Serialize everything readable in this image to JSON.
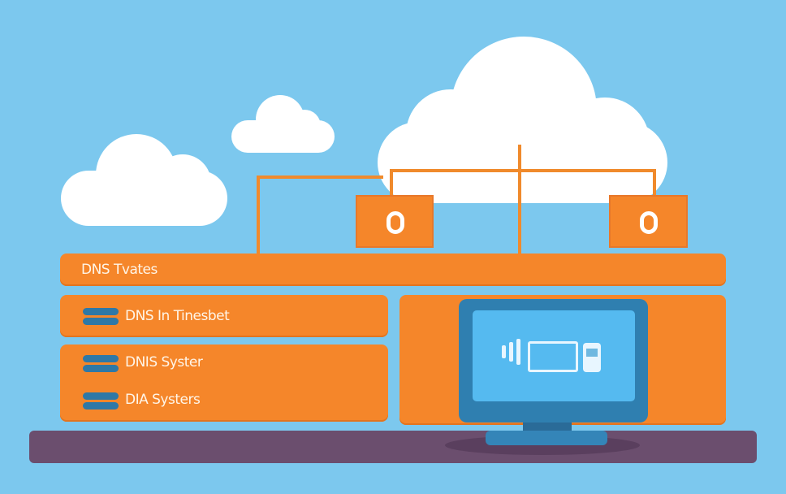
{
  "rows": [
    {
      "label": "DNS Tvates"
    },
    {
      "label": "DNS In Tinesbet"
    },
    {
      "label": "DNIS Syster"
    },
    {
      "label": "DIA Systers"
    }
  ],
  "colors": {
    "sky": "#7cc8ee",
    "orange": "#f5862a",
    "base": "#6b4e6e",
    "monitor": "#2f7fb0",
    "screen": "#55baf0"
  }
}
